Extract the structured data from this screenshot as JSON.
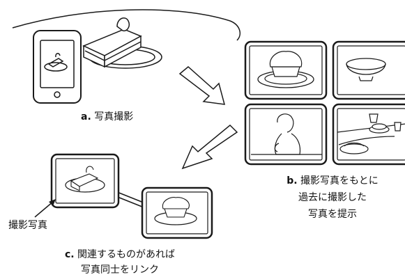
{
  "captions": {
    "a": {
      "letter": "a.",
      "text": "写真撮影"
    },
    "b": {
      "letter": "b.",
      "line1": "撮影写真をもとに",
      "line2": "過去に撮影した",
      "line3": "写真を提示"
    },
    "c": {
      "letter": "c.",
      "line1": "関連するものがあれば",
      "line2": "写真同士をリンク"
    },
    "taken_label": "撮影写真"
  },
  "photos_b": [
    "cake-on-plate",
    "empty-bowl",
    "person-eating",
    "table-with-dishes"
  ],
  "colors": {
    "ink": "#1a1a1a",
    "fill": "#ffffff"
  }
}
